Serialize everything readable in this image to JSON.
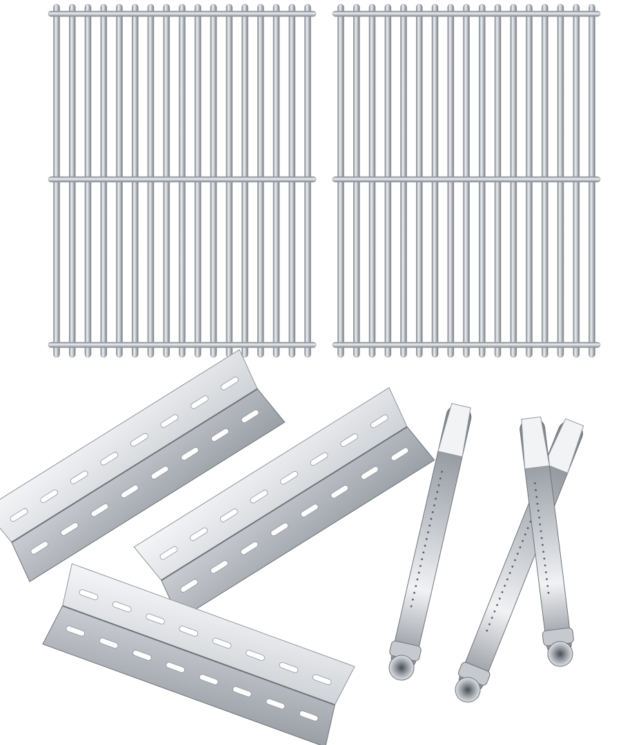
{
  "image": {
    "kind": "product-photo",
    "background": "#ffffff",
    "parts": {
      "cooking_grates": {
        "count": 2
      },
      "heat_plates": {
        "count": 3
      },
      "burner_tubes": {
        "count": 3
      }
    },
    "colors": {
      "steel_light": "#f2f3f5",
      "steel_mid": "#c6c9ce",
      "steel_dark": "#8f949b",
      "steel_shadow": "#6e737a",
      "port_hole": "#5a5e64"
    }
  }
}
